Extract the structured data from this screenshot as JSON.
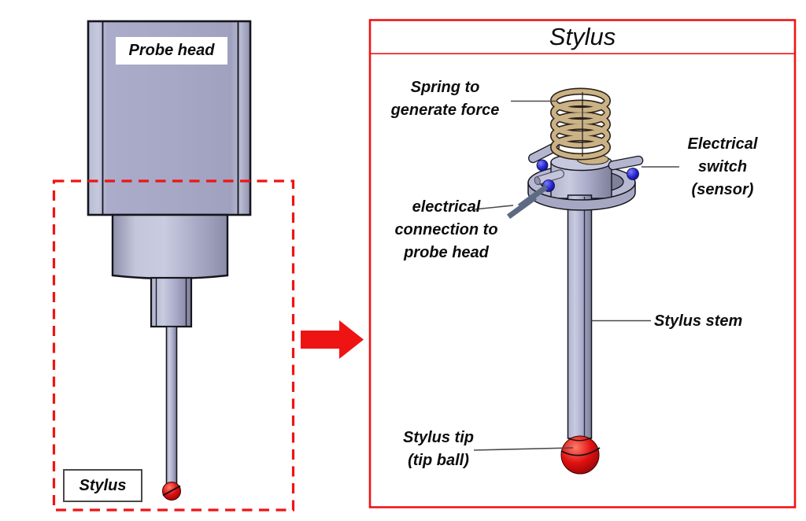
{
  "left_panel": {
    "probe_head_label": "Probe head",
    "stylus_box_label": "Stylus"
  },
  "right_panel": {
    "title": "Stylus",
    "labels": {
      "spring": {
        "l1": "Spring to",
        "l2": "generate force"
      },
      "electrical_switch": {
        "l1": "Electrical",
        "l2": "switch",
        "l3": "(sensor)"
      },
      "electrical_connection": {
        "l1": "electrical",
        "l2": "connection to",
        "l3": "probe head"
      },
      "stylus_stem": "Stylus stem",
      "stylus_tip": {
        "l1": "Stylus tip",
        "l2": "(tip ball)"
      }
    }
  },
  "colors": {
    "accent_red": "#ee1414",
    "cad_body_lavender": "#aeb0cc",
    "spring_tan": "#cbb286",
    "sensor_blue": "#2525cc",
    "tip_ball_red": "#e01010",
    "leader_line_gray": "#4a4a4a"
  }
}
